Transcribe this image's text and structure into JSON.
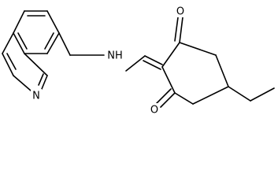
{
  "colors": {
    "background": "#ffffff",
    "bond": "#000000",
    "text": "#000000"
  },
  "atom_labels": {
    "amine_nh": "NH",
    "quinoline_n": "N",
    "carbonyl_top": "O",
    "carbonyl_bottom": "O"
  }
}
